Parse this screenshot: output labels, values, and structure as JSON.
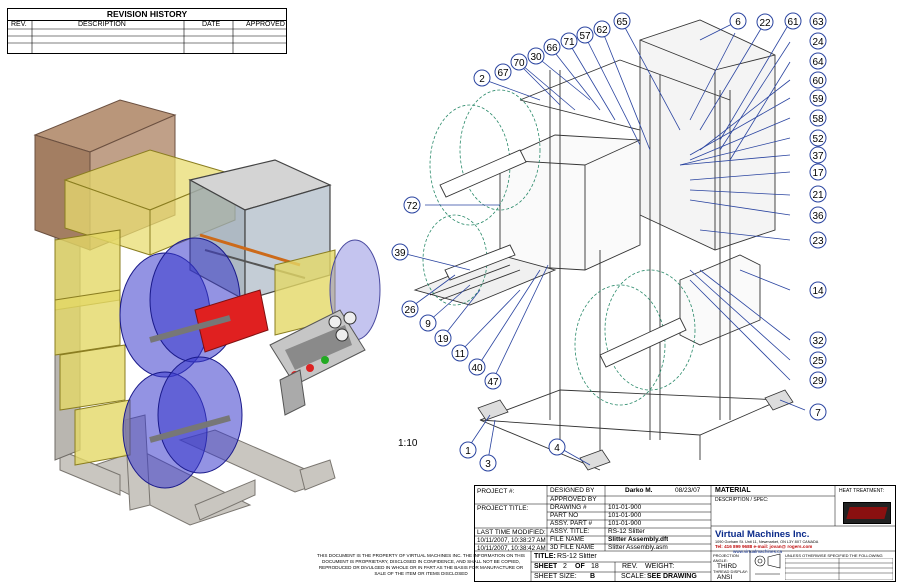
{
  "revision_history": {
    "title": "REVISION HISTORY",
    "headers": [
      "REV.",
      "DESCRIPTION",
      "DATE",
      "APPROVED"
    ]
  },
  "view_scale": "1:10",
  "balloons": [
    {
      "id": "b2",
      "label": "2"
    },
    {
      "id": "b67",
      "label": "67"
    },
    {
      "id": "b70",
      "label": "70"
    },
    {
      "id": "b30",
      "label": "30"
    },
    {
      "id": "b66",
      "label": "66"
    },
    {
      "id": "b71",
      "label": "71"
    },
    {
      "id": "b57",
      "label": "57"
    },
    {
      "id": "b62",
      "label": "62"
    },
    {
      "id": "b65",
      "label": "65"
    },
    {
      "id": "b6",
      "label": "6"
    },
    {
      "id": "b22",
      "label": "22"
    },
    {
      "id": "b61",
      "label": "61"
    },
    {
      "id": "b63",
      "label": "63"
    },
    {
      "id": "b24",
      "label": "24"
    },
    {
      "id": "b64",
      "label": "64"
    },
    {
      "id": "b60",
      "label": "60"
    },
    {
      "id": "b59",
      "label": "59"
    },
    {
      "id": "b58",
      "label": "58"
    },
    {
      "id": "b52",
      "label": "52"
    },
    {
      "id": "b37",
      "label": "37"
    },
    {
      "id": "b17",
      "label": "17"
    },
    {
      "id": "b21",
      "label": "21"
    },
    {
      "id": "b36",
      "label": "36"
    },
    {
      "id": "b23",
      "label": "23"
    },
    {
      "id": "b14",
      "label": "14"
    },
    {
      "id": "b32",
      "label": "32"
    },
    {
      "id": "b25",
      "label": "25"
    },
    {
      "id": "b29",
      "label": "29"
    },
    {
      "id": "b7",
      "label": "7"
    },
    {
      "id": "b72",
      "label": "72"
    },
    {
      "id": "b39",
      "label": "39"
    },
    {
      "id": "b26",
      "label": "26"
    },
    {
      "id": "b9",
      "label": "9"
    },
    {
      "id": "b19",
      "label": "19"
    },
    {
      "id": "b11",
      "label": "11"
    },
    {
      "id": "b40",
      "label": "40"
    },
    {
      "id": "b47",
      "label": "47"
    },
    {
      "id": "b1",
      "label": "1"
    },
    {
      "id": "b3",
      "label": "3"
    },
    {
      "id": "b4",
      "label": "4"
    }
  ],
  "title_block": {
    "project_no_label": "PROJECT #:",
    "project_title_label": "PROJECT TITLE:",
    "designed_by_label": "DESIGNED BY",
    "designed_by": "Darko M.",
    "design_date": "08/23/07",
    "approved_by_label": "APPROVED BY",
    "drawing_no_label": "DRAWING #",
    "drawing_no": "101-01-900",
    "part_no_label": "PART NO",
    "part_no": "101-01-900",
    "assy_part_label": "ASSY. PART #",
    "assy_part": "101-01-900",
    "assy_title_label": "ASSY. TITLE:",
    "assy_title": "RS-12 Slitter",
    "last_modified_label": "LAST TIME MODIFIED:",
    "mod_2d": "10/11/2007, 10:38:27 AM",
    "mod_3d": "10/11/2007, 10:38:42 AM",
    "file_name_label": "FILE NAME",
    "file_name": "Slitter Assembly.dft",
    "file_3d_label": "3D FILE NAME",
    "file_3d": "Slitter Assembly.asm",
    "title_label": "TITLE:",
    "title": "RS-12 Slitter",
    "sheet_label": "SHEET",
    "sheet_no": "2",
    "sheet_of": "OF",
    "sheet_total": "18",
    "sheet_size_label": "SHEET SIZE:",
    "sheet_size": "B",
    "rev_label": "REV.",
    "weight_label": "WEIGHT:",
    "scale_label": "SCALE:",
    "scale_value": "SEE DRAWING",
    "material_label": "MATERIAL",
    "description_label": "DESCRIPTION / SPEC:",
    "company": "Virtual Machines Inc.",
    "company_addr": "1090 Gorham St. Unit 11, Newmarket, ON L3Y 8X7 CANADA",
    "company_tel": "Tel: 416 899 9688 e-mail: jovan@ rogers.com",
    "company_web": "www.virtualmachines.ca",
    "heat_treatment_label": "HEAT TREATMENT:",
    "projection_label": "PROJECTION ANGLE:",
    "third": "THIRD",
    "thread_label": "THREAD DISPLAY:",
    "ansi": "ANSI",
    "confidential": "THIS DOCUMENT IS THE PROPERTY OF VIRTUAL MACHINES INC. THE INFORMATION ON THIS DOCUMENT IS PROPRIETARY, DISCLOSED IN CONFIDENCE, AND SHALL NOT BE COPIED, REPRODUCED OR DIVULGED IN WHOLE OR IN PART AS THE BASIS FOR MANUFACTURE OR SALE OF THE ITEM OR ITEMS DISCLOSED",
    "tolerance_note": "UNLESS OTHERWISE SPECIFIED THE FOLLOWING",
    "colors": {
      "company_blue": "#0a2a8a",
      "company_red": "#c01010"
    }
  }
}
